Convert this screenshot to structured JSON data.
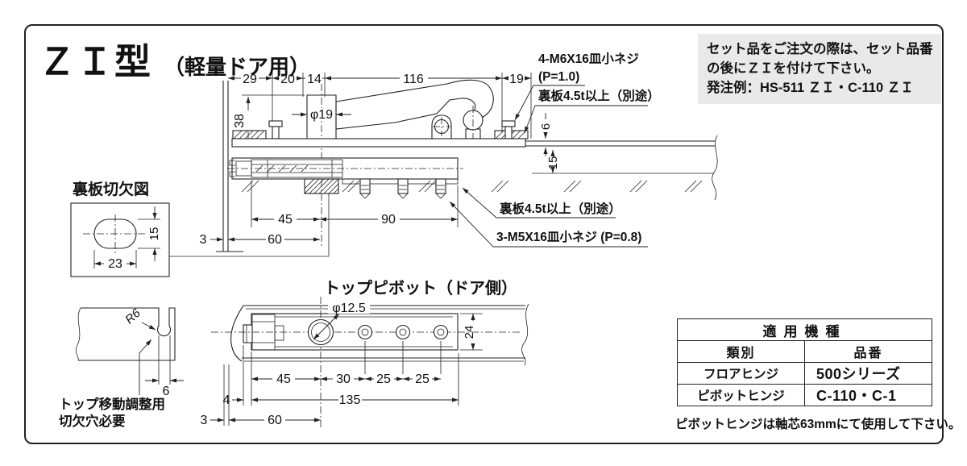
{
  "page": {
    "title": "ＺＩ型",
    "subtitle": "（軽量ドア用）"
  },
  "order_note": {
    "line1": "セット品をご注文の際は、セット品番",
    "line2": "の後にＺＩを付けて下さい。",
    "line3": "発注例：HS-511 ＺＩ・C-110 ＺＩ"
  },
  "frame_drawing": {
    "dims_top": [
      "29",
      "20",
      "14",
      "116",
      "19"
    ],
    "dim_post_height": "38",
    "dim_shaft_dia": "φ19",
    "dim_plate_gap": "6",
    "dim_frame_depth": "15",
    "dims_bottom": [
      "45",
      "90"
    ],
    "dim_wall": "3",
    "dim_center": "60",
    "ann_screw_top_1": "4-M6X16皿小ネジ",
    "ann_screw_top_2": "(P=1.0)",
    "ann_backplate": "裏板4.5t以上（別途）",
    "ann_screw_bottom": "3-M5X16皿小ネジ (P=0.8)"
  },
  "cutout_diagram": {
    "title": "裏板切欠図",
    "dim_height": "15",
    "dim_width": "23"
  },
  "notch_diagram": {
    "radius_label": "R6",
    "dim_width": "6",
    "note_line1": "トップ移動調整用",
    "note_line2": "切欠穴必要"
  },
  "pivot_drawing": {
    "title": "トップピボット（ドア側）",
    "dim_hole_dia": "φ12.5",
    "dim_plate_width": "24",
    "dims_holes": [
      "45",
      "30",
      "25",
      "25"
    ],
    "dim_plate_offset": "4",
    "dim_total": "135",
    "dim_door_face": "3",
    "dim_center": "60"
  },
  "spec_table": {
    "header": "適用機種",
    "col1": "類別",
    "col2": "品番",
    "rows": [
      {
        "label": "フロアヒンジ",
        "value": "500シリーズ"
      },
      {
        "label": "ピボットヒンジ",
        "value": "C-110・C-1"
      }
    ],
    "footnote": "ピボットヒンジは軸芯63mmにて使用して下さい。"
  }
}
